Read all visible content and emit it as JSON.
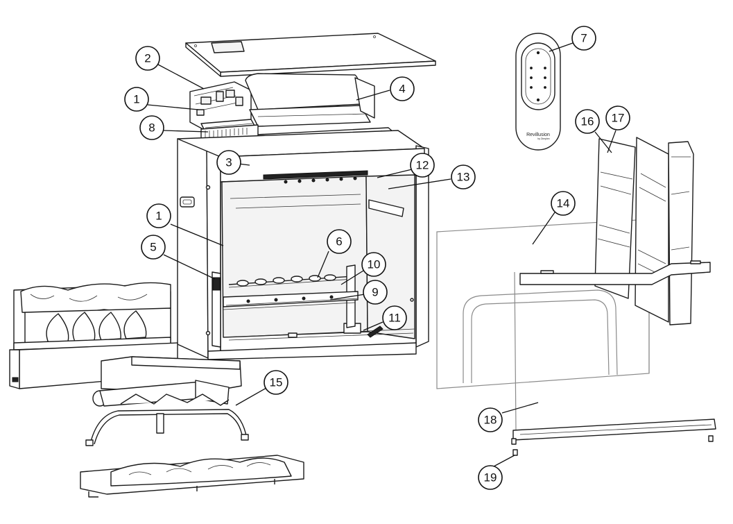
{
  "callouts": [
    {
      "id": "c2",
      "label": "2"
    },
    {
      "id": "c1a",
      "label": "1"
    },
    {
      "id": "c8",
      "label": "8"
    },
    {
      "id": "c3",
      "label": "3"
    },
    {
      "id": "c4",
      "label": "4"
    },
    {
      "id": "c7",
      "label": "7"
    },
    {
      "id": "c12",
      "label": "12"
    },
    {
      "id": "c13",
      "label": "13"
    },
    {
      "id": "c1b",
      "label": "1"
    },
    {
      "id": "c5",
      "label": "5"
    },
    {
      "id": "c6",
      "label": "6"
    },
    {
      "id": "c10",
      "label": "10"
    },
    {
      "id": "c9",
      "label": "9"
    },
    {
      "id": "c11",
      "label": "11"
    },
    {
      "id": "c14",
      "label": "14"
    },
    {
      "id": "c16",
      "label": "16"
    },
    {
      "id": "c17",
      "label": "17"
    },
    {
      "id": "c15",
      "label": "15"
    },
    {
      "id": "c18",
      "label": "18"
    },
    {
      "id": "c19",
      "label": "19"
    }
  ],
  "remote": {
    "brand": "Revillusion",
    "sub": "by Dimplex"
  }
}
